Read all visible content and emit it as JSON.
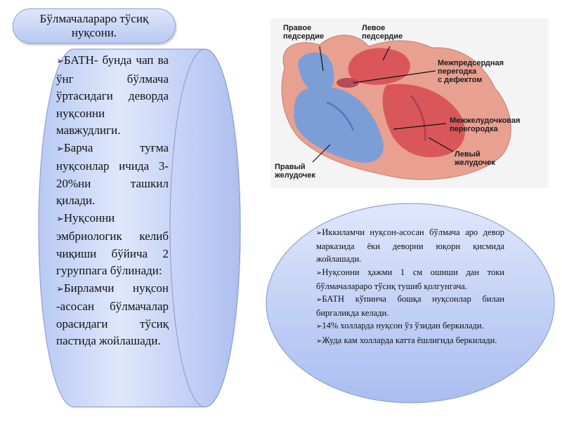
{
  "title": "Бўлмачалараро тўсиқ нуқсони.",
  "left_panel": {
    "bullets": [
      "БАТН- бунда чап ва ўнг бўлмача ўртасидаги деворда нуқсонни мавжудлиги.",
      "Барча туғма нуқсонлар ичида 3-20%ни ташкил қилади.",
      "Нуқсонни эмбриологик келиб чиқиши бўйича 2 гуруппага бўлинади:",
      "Бирламчи нуқсон -асосан бўлмачалар орасидаги тўсиқ пастида жойлашади."
    ]
  },
  "heart_image": {
    "labels": {
      "right_atrium": "Правое\nпедсердие",
      "left_atrium": "Левое\nпедсердие",
      "septal_defect": "Межпредсердная\nперегодка\nс дефектом",
      "ventricular_septum": "Межжелудочковая\nперегородка",
      "left_ventricle": "Левый\nжелудочек",
      "right_ventricle": "Правый\nжелудочек"
    }
  },
  "right_panel": {
    "bullets": [
      "Иккиламчи нуқсон-асосан бўлмача аро девор  марказида ёки деворни юқори қисмида жойлашади.",
      "Нуқсонни ҳажми 1 см ошиши дан токи бўлмачалараро тўсиқ тушиб қолгунгача.",
      "БАТН кўпинча бошқа нуқсонлар билан биргаликда келади.",
      "14% холларда нуқсон ўз ўзидан беркилади.",
      "Жуда кам холларда катта ёшлигида беркилади."
    ]
  },
  "colors": {
    "shape_fill_light": "#dfe7fb",
    "shape_fill_dark": "#a9bdf0",
    "shape_stroke": "#8fa2cf",
    "heart_outer": "#e8a090",
    "heart_right_side": "#7c9ed6",
    "heart_left_side": "#d9575a"
  },
  "icons": {
    "bullet": "arrow-bullet-icon"
  }
}
